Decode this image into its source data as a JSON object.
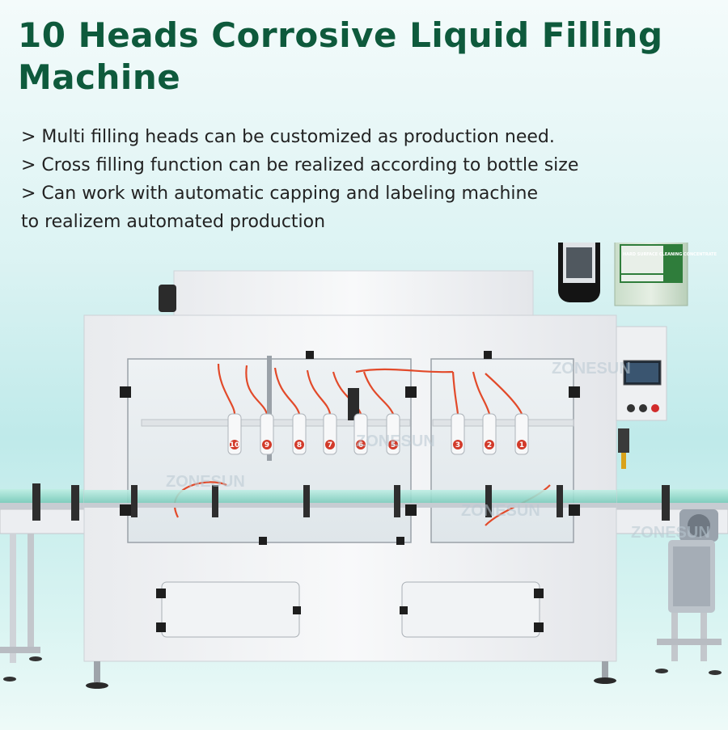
{
  "title": "10 Heads Corrosive Liquid Filling Machine",
  "features": [
    "> Multi filling heads can be customized as production need.",
    "> Cross filling function can be realized according to bottle size",
    "> Can work with automatic capping and labeling machine to realizem automated production"
  ],
  "watermark": "ZONESUN",
  "nozzle_numbers": [
    "10",
    "9",
    "8",
    "7",
    "6",
    "5",
    "3",
    "2",
    "1"
  ],
  "product_label": "HARD SURFACE CLEANING CONCENTRATE",
  "colors": {
    "title": "#0e5a3c",
    "tubing": "#e24a2a",
    "machine_body": "#f4f5f7",
    "conveyor_belt": "#8fd6c8"
  }
}
